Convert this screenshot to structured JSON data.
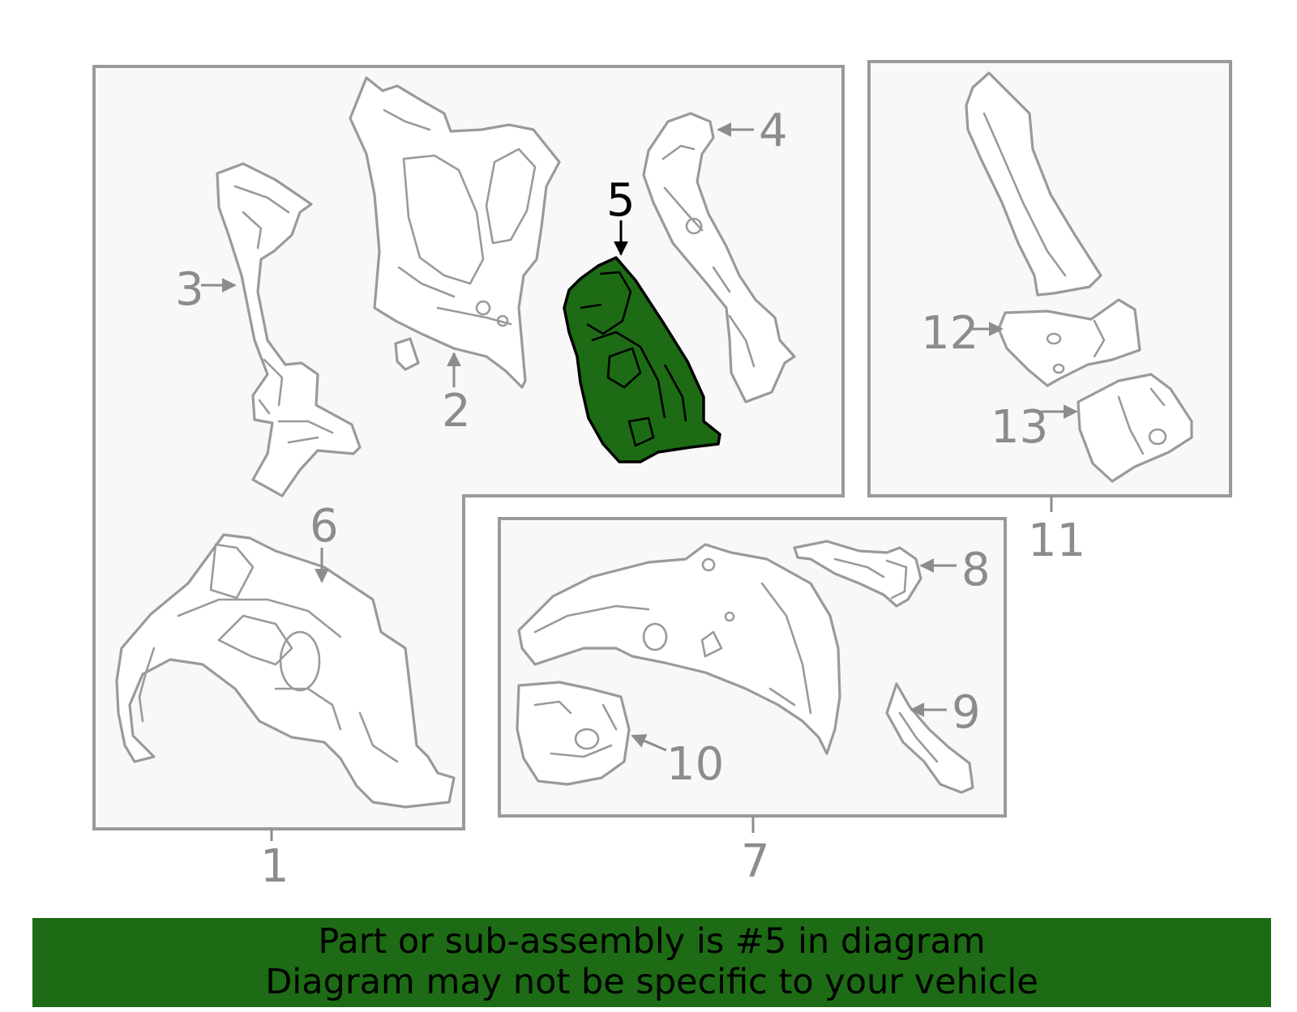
{
  "callouts": {
    "n1": "1",
    "n2": "2",
    "n3": "3",
    "n4": "4",
    "n5": "5",
    "n6": "6",
    "n7": "7",
    "n8": "8",
    "n9": "9",
    "n10": "10",
    "n11": "11",
    "n12": "12",
    "n13": "13"
  },
  "highlight": {
    "part_number": "5",
    "color": "#1d6b14"
  },
  "footer": {
    "line1": "Part or sub-assembly is #5 in diagram",
    "line2": "Diagram may not be specific to your vehicle",
    "background": "#1d6b14"
  }
}
